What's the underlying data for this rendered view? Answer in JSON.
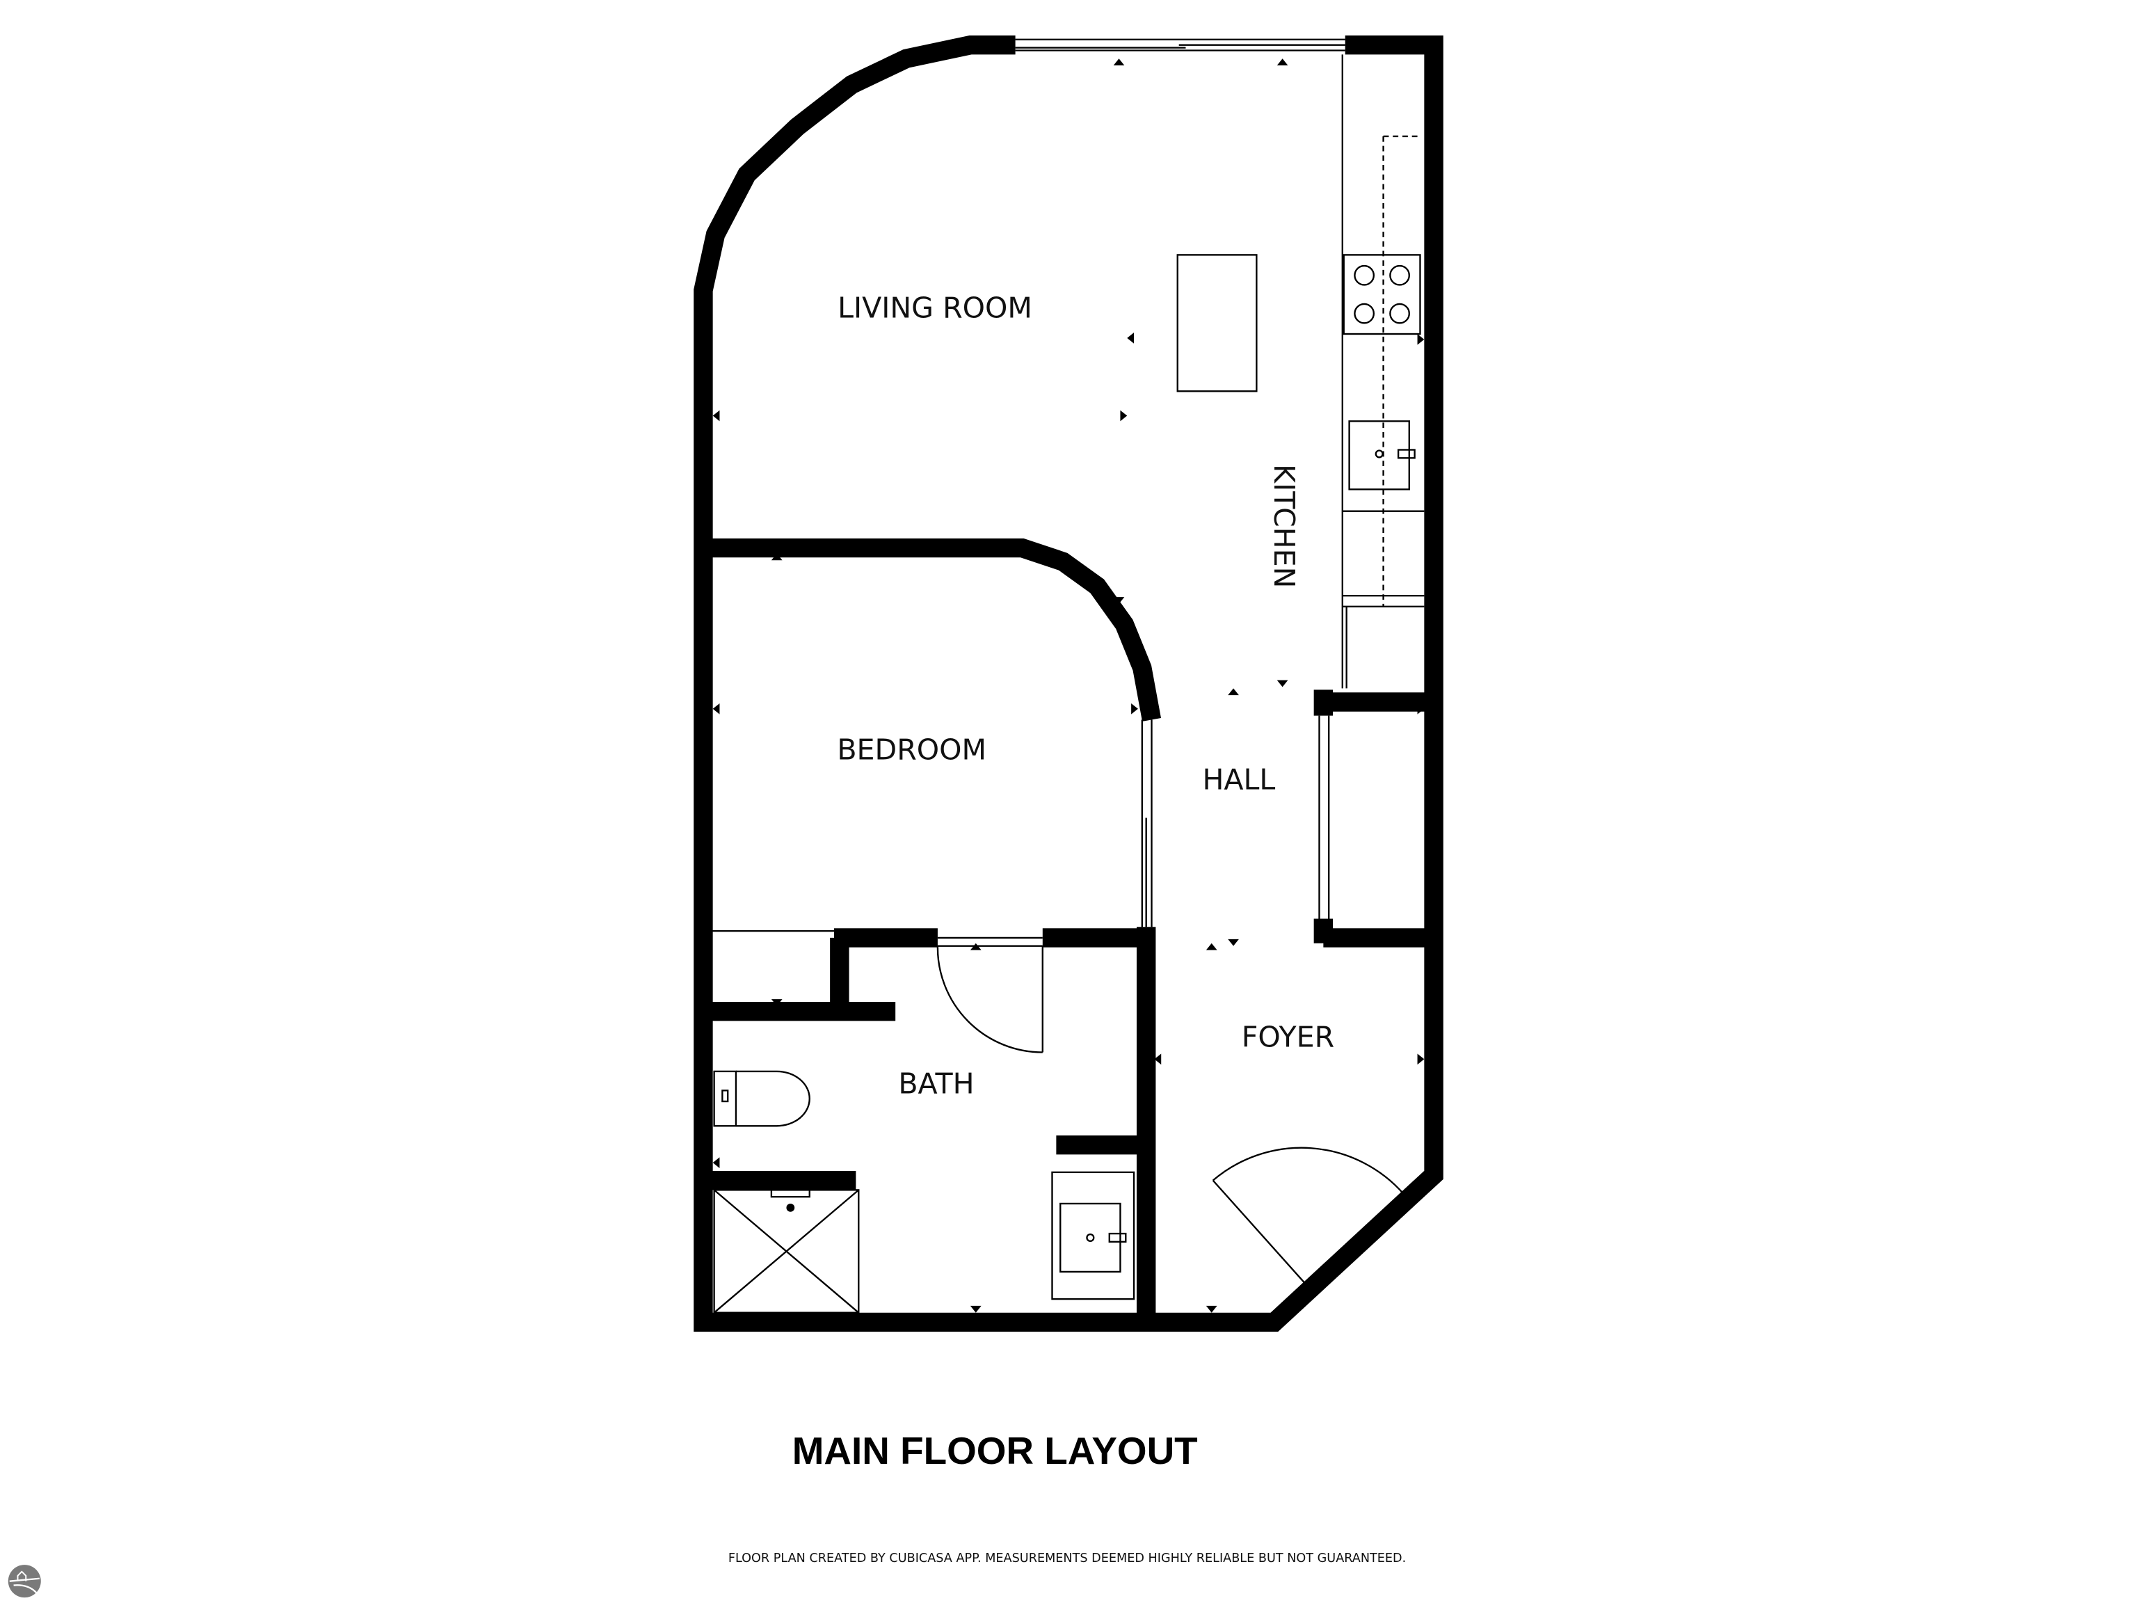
{
  "plan": {
    "rooms": {
      "living_room": "LIVING ROOM",
      "kitchen": "KITCHEN",
      "bedroom": "BEDROOM",
      "hall": "HALL",
      "foyer": "FOYER",
      "bath": "BATH"
    },
    "title": "MAIN FLOOR LAYOUT",
    "footer": "FLOOR PLAN CREATED BY CUBICASA APP. MEASUREMENTS DEEMED HIGHLY RELIABLE BUT NOT GUARANTEED.",
    "logo_icon": "house-on-hill-logo"
  }
}
